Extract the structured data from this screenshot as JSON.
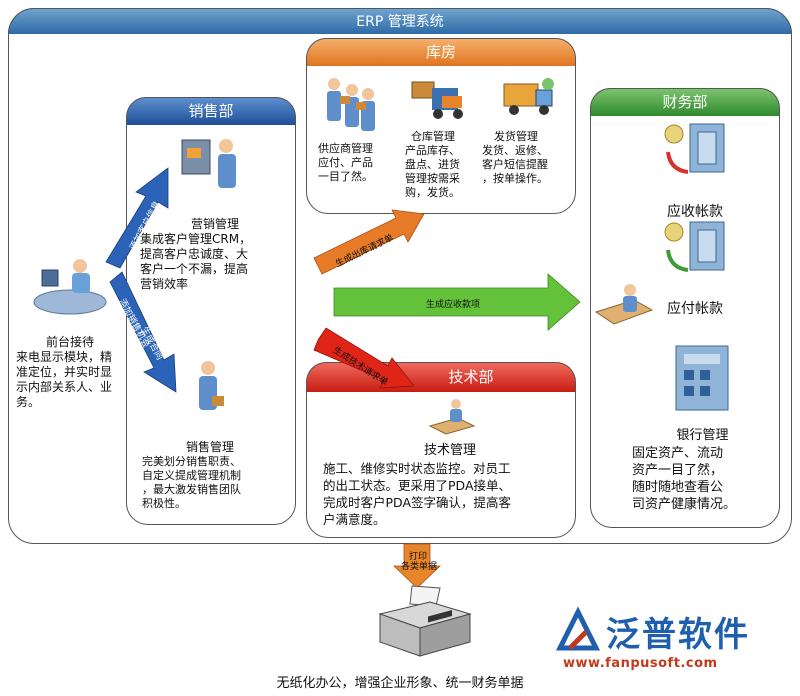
{
  "system": {
    "title": "ERP 管理系统"
  },
  "sales": {
    "header": "销售部",
    "marketing_title": "营销管理",
    "marketing_text": [
      "集成客户管理CRM，",
      "提高客户忠诚度、大",
      "客户一个不漏，提高",
      "营销效率"
    ],
    "salesmgmt_title": "销售管理",
    "salesmgmt_text": [
      "完美划分销售职责、",
      "自定义提成管理机制",
      "，最大激发销售团队",
      "积极性。"
    ]
  },
  "reception": {
    "title": "前台接待",
    "text": [
      "来电显示模块，精",
      "准定位，并实时显",
      "示内部关系人、业",
      "务。"
    ]
  },
  "warehouse": {
    "header": "库房",
    "col1": [
      "供应商管理",
      "应付、产品",
      "一目了然。"
    ],
    "col2": [
      "仓库管理",
      "产品库存、",
      "盘点、进货",
      "管理按需采",
      "购，发货。"
    ],
    "col3": [
      "发货管理",
      "发货、返修、",
      "客户短信提醒",
      "，按单操作。"
    ]
  },
  "finance": {
    "header": "财务部",
    "receivable": "应收帐款",
    "payable": "应付帐款",
    "bank_title": "银行管理",
    "bank_text": [
      "固定资产、流动",
      "资产一目了然，",
      "随时随地查看公",
      "司资产健康情况。"
    ]
  },
  "tech": {
    "header": "技术部",
    "title": "技术管理",
    "text": [
      "施工、维修实时状态监控。对员工",
      "的出工状态。更采用了PDA接单、",
      "完成时客户PDA签字确认，提高客",
      "户满意度。"
    ]
  },
  "arrows": {
    "to_warehouse": "生成出库请求单",
    "to_finance": "生成应收款项",
    "to_tech": "生成技术请求单",
    "to_marketing": "添加客户信息",
    "to_salesmgmt_a": "添加销售机会",
    "to_salesmgmt_b": "生成合同",
    "to_printer": [
      "打印",
      "各类单据"
    ]
  },
  "footer": {
    "caption": "无纸化办公，增强企业形象、统一财务单据"
  },
  "watermark": {
    "brand": "泛普软件",
    "url": "www.fanpusoft.com"
  },
  "colors": {
    "blue_header": "#2f5fa8",
    "orange_header": "#e8852b",
    "green_header": "#3f9a3a",
    "red_header": "#d42a1e",
    "blue_arrow": "#2a63b8",
    "orange_arrow": "#e77b27",
    "green_arrow": "#63c23a",
    "red_arrow": "#e12418"
  }
}
